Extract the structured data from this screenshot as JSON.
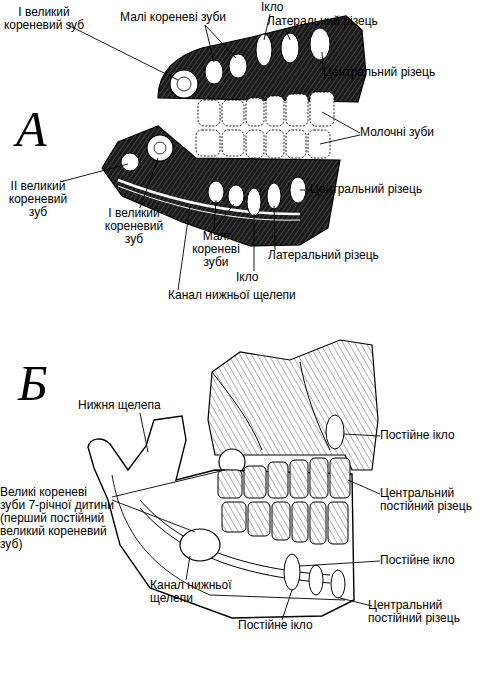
{
  "diagram": {
    "labels": [
      "І великий кореневий зуб",
      "Малі кореневі зуби",
      "Ікло",
      "Латеральний різець",
      "Центральний різець",
      "А",
      "Молочні зуби",
      "Центральний різець",
      "ІІ великий кореневий зуб",
      "І великий кореневий зуб",
      "Малі кореневі зуби",
      "Латеральний різець",
      "Ікло",
      "Канал нижньої щелепи",
      "Б",
      "Нижня щелепа",
      "Постійне ікло",
      "Великі кореневі зуби 7-річної дитини (перший постійний великий кореневий зуб)",
      "Центральний постійний різець",
      "Постійне ікло",
      "Канал нижньої щелепи",
      "Постійне ікло",
      "Центральний постійний різець"
    ]
  }
}
